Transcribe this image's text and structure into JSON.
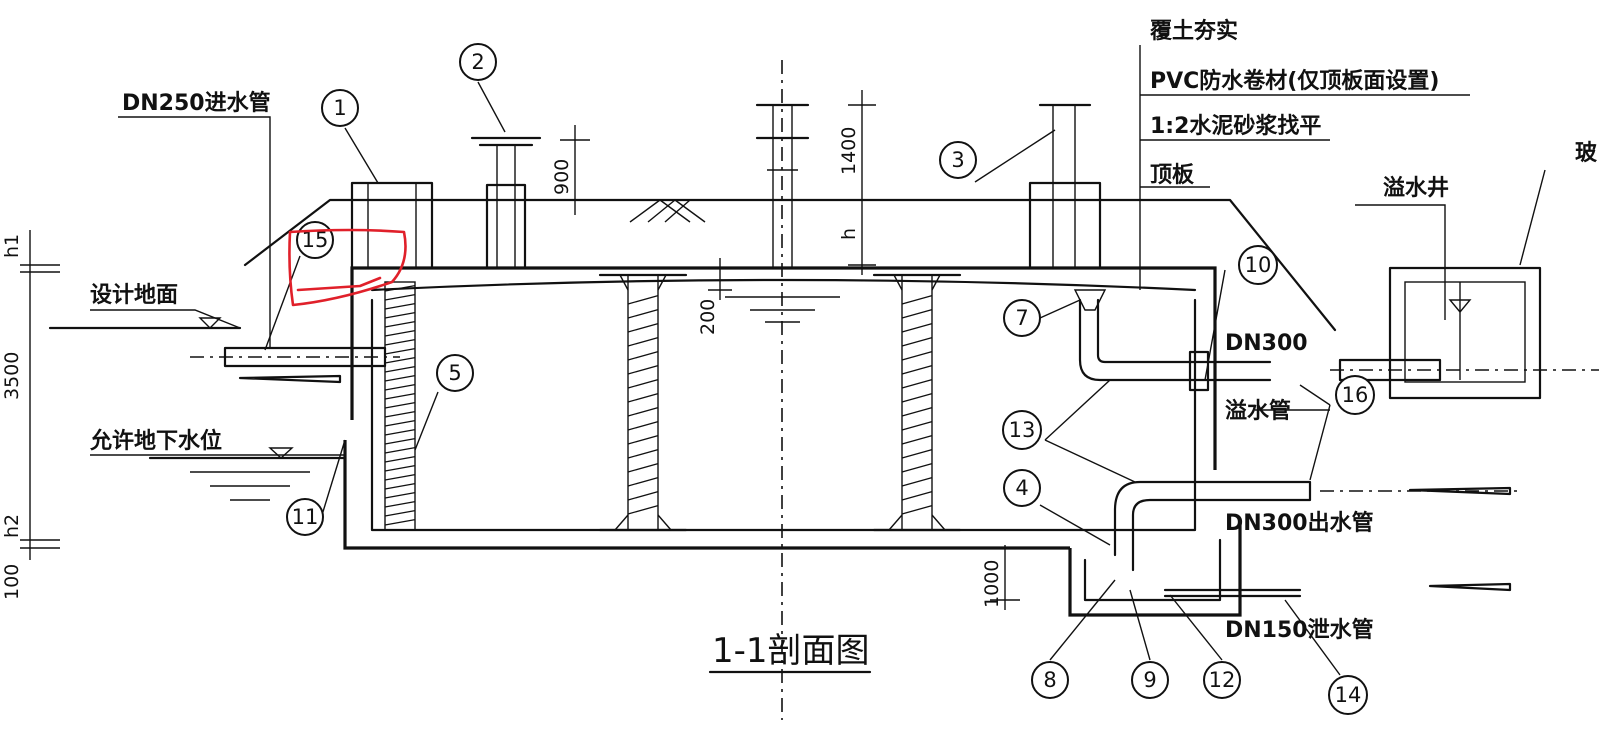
{
  "title": "1-1剖面图",
  "labels": {
    "inlet_pipe": "DN250进水管",
    "design_ground": "设计地面",
    "groundwater": "允许地下水位",
    "backfill": "覆土夯实",
    "pvc": "PVC防水卷材(仅顶板面设置)",
    "mortar": "1:2水泥砂浆找平",
    "roof": "顶板",
    "overflow_well": "溢水井",
    "cut_right": "玻",
    "dn300": "DN300",
    "overflow_pipe": "溢水管",
    "outlet_pipe": "DN300出水管",
    "drain_pipe": "DN150泄水管"
  },
  "dimensions": {
    "d900": "900",
    "d1400": "1400",
    "h": "h",
    "d200": "200",
    "d3500": "3500",
    "h1": "h1",
    "h2": "h2",
    "d100": "100",
    "d1000": "1000"
  },
  "callouts": [
    "1",
    "2",
    "3",
    "4",
    "5",
    "7",
    "8",
    "9",
    "10",
    "11",
    "12",
    "13",
    "14",
    "15",
    "16"
  ],
  "annotation_color": "#e0202a"
}
